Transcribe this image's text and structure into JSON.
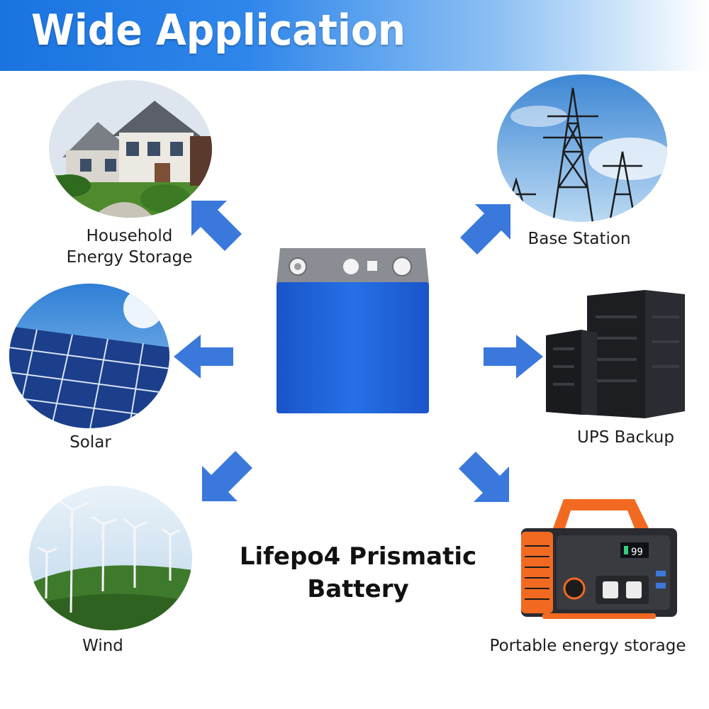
{
  "header": {
    "title": "Wide Application"
  },
  "center": {
    "caption_line1": "Lifepo4 Prismatic",
    "caption_line2": "Battery"
  },
  "applications": [
    {
      "label_line1": "Household",
      "label_line2": "Energy Storage"
    },
    {
      "label_line1": "Base Station"
    },
    {
      "label_line1": "Solar"
    },
    {
      "label_line1": "UPS Backup"
    },
    {
      "label_line1": "Wind"
    },
    {
      "label_line1": "Portable energy storage"
    }
  ],
  "colors": {
    "banner_blue": "#1a73e0",
    "battery_blue": "#1e5fd6",
    "arrow_blue": "#3a78dc",
    "power_station_orange": "#f26a21"
  }
}
